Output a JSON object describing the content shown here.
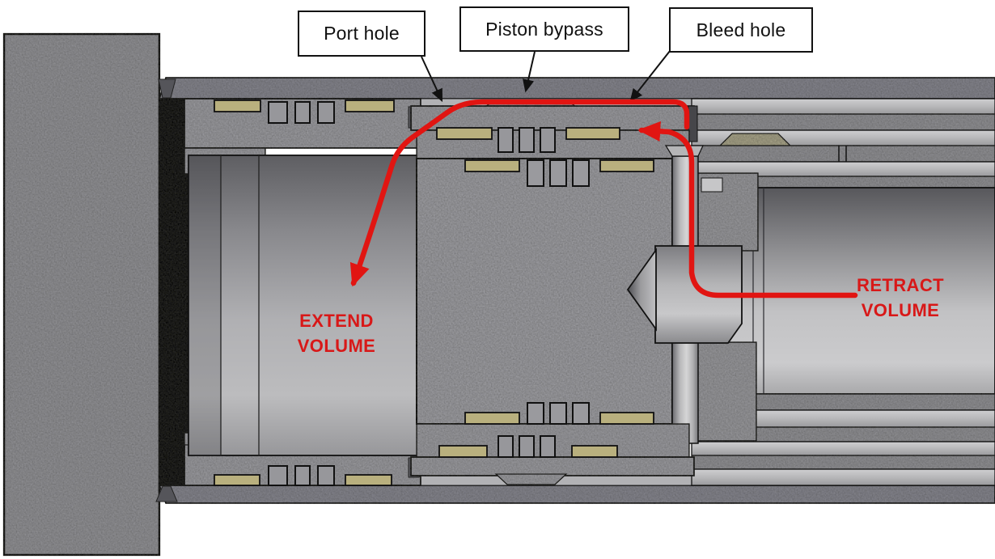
{
  "diagram": {
    "callouts": [
      {
        "id": "port-hole",
        "label": "Port hole"
      },
      {
        "id": "piston-bypass",
        "label": "Piston bypass"
      },
      {
        "id": "bleed-hole",
        "label": "Bleed hole"
      }
    ],
    "volumes": {
      "extend": {
        "line1": "EXTEND",
        "line2": "VOLUME"
      },
      "retract": {
        "line1": "RETRACT",
        "line2": "VOLUME"
      }
    },
    "colors": {
      "flow_red": "#e11512",
      "annotation_text_red": "#d81818",
      "seal_tan": "#b9b07e",
      "granite_gray": "#97979b",
      "outer_band_gray": "#82828a",
      "metal_light": "#c9c9cb",
      "metal_dark": "#626266",
      "speck_yellow": "#99992a",
      "outline": "#1a1a1a",
      "background": "#ffffff"
    }
  }
}
